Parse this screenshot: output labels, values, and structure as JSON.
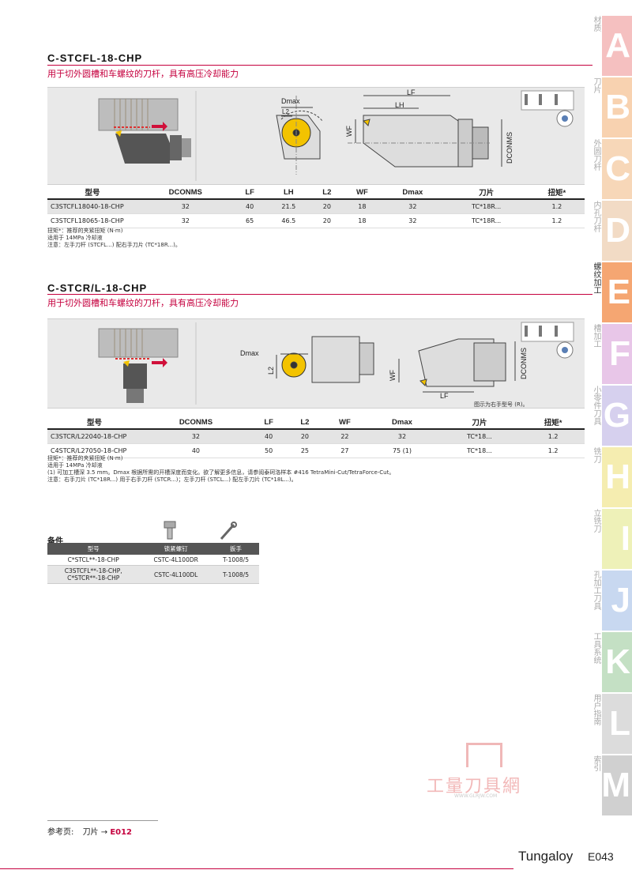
{
  "section1": {
    "title": "C-STCFL-18-CHP",
    "subtitle": "用于切外圆槽和车螺纹的刀杆，具有高压冷却能力",
    "dims": {
      "dmax": "Dmax",
      "l2": "L2",
      "lf": "LF",
      "lh": "LH",
      "wf": "WF",
      "dconms": "DCONMS"
    },
    "headers": [
      "型号",
      "DCONMS",
      "LF",
      "LH",
      "L2",
      "WF",
      "Dmax",
      "刀片",
      "扭矩*"
    ],
    "rows": [
      [
        "C3STCFL18040-18-CHP",
        "32",
        "40",
        "21.5",
        "20",
        "18",
        "32",
        "TC*18R...",
        "1.2"
      ],
      [
        "C3STCFL18065-18-CHP",
        "32",
        "65",
        "46.5",
        "20",
        "18",
        "32",
        "TC*18R...",
        "1.2"
      ]
    ],
    "notes": [
      "扭矩*：推荐的夹紧扭矩 (N·m)",
      "适用于 14MPa 冷却液",
      "注意：左手刀杆 (STCFL...) 配右手刀片 (TC*18R...)。"
    ]
  },
  "section2": {
    "title": "C-STCR/L-18-CHP",
    "subtitle": "用于切外圆槽和车螺纹的刀杆，具有高压冷却能力",
    "dims": {
      "dmax": "Dmax",
      "l2": "L2",
      "lf": "LF",
      "wf": "WF",
      "dconms": "DCONMS"
    },
    "caption": "图示为右手型号 (R)。",
    "headers": [
      "型号",
      "DCONMS",
      "LF",
      "L2",
      "WF",
      "Dmax",
      "刀片",
      "扭矩*"
    ],
    "rows": [
      [
        "C3STCR/L22040-18-CHP",
        "32",
        "40",
        "20",
        "22",
        "32",
        "TC*18...",
        "1.2"
      ],
      [
        "C4STCR/L27050-18-CHP",
        "40",
        "50",
        "25",
        "27",
        "75 (1)",
        "TC*18...",
        "1.2"
      ]
    ],
    "notes": [
      "扭矩*：推荐的夹紧扭矩 (N·m)",
      "适用于 14MPa 冷却液",
      "(1) 可加工槽深 3.5 mm。Dmax 根据所需的开槽深度而变化。欲了解更多信息，请参阅泰珂洛样本 #416 TetraMini-Cut/TetraForce-Cut。",
      "注意：右手刀片 (TC*18R...) 用于右手刀杆 (STCR...)；左手刀杆 (STCL...) 配左手刀片 (TC*18L...)。"
    ]
  },
  "accessories": {
    "title": "备件",
    "headers": [
      "型号",
      "锁紧螺钉",
      "扳手"
    ],
    "rows": [
      [
        "C*STCL**-18-CHP",
        "CSTC-4L100DR",
        "T-1008/5"
      ],
      [
        "C3STCFL**-18-CHP,\nC*STCR**-18-CHP",
        "CSTC-4L100DL",
        "T-1008/5"
      ]
    ]
  },
  "tabs": [
    {
      "letter": "A",
      "label": "材质",
      "color": "#f5c0c0"
    },
    {
      "letter": "B",
      "label": "刀片",
      "color": "#f8d2b0"
    },
    {
      "letter": "C",
      "label": "外圆刀杆",
      "color": "#f7d7b8"
    },
    {
      "letter": "D",
      "label": "内孔刀杆",
      "color": "#f2dbc5"
    },
    {
      "letter": "E",
      "label": "螺纹加工",
      "color": "#f5a672",
      "active": true
    },
    {
      "letter": "F",
      "label": "槽加工",
      "color": "#e8c6e8"
    },
    {
      "letter": "G",
      "label": "小零件刀具",
      "color": "#d6d0ee"
    },
    {
      "letter": "H",
      "label": "铣刀",
      "color": "#f5edb0"
    },
    {
      "letter": "I",
      "label": "立铣刀",
      "color": "#eef1b8"
    },
    {
      "letter": "J",
      "label": "孔加工刀具",
      "color": "#c8d8f0"
    },
    {
      "letter": "K",
      "label": "工具系统",
      "color": "#c4e0c4"
    },
    {
      "letter": "L",
      "label": "用户指南",
      "color": "#dcdcdc"
    },
    {
      "letter": "M",
      "label": "索引",
      "color": "#d0d0d0"
    }
  ],
  "footer": {
    "ref_label": "参考页:",
    "ref_item": "刀片 →",
    "ref_page": "E012",
    "brand": "Tungaloy",
    "page": "E043"
  },
  "watermark": {
    "text": "工量刀具網",
    "url": "WWW.GLRJW.COM"
  },
  "colors": {
    "accent": "#c5003e",
    "panel": "#e9e9e9",
    "insert": "#f3c300"
  }
}
